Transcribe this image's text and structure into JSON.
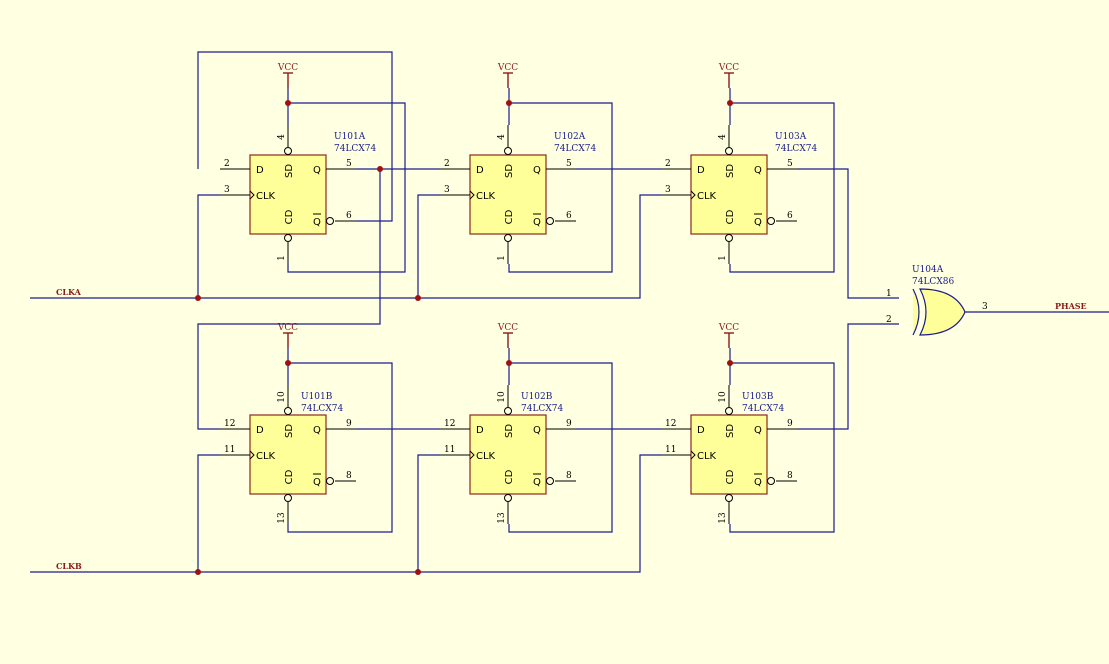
{
  "power_label": "VCC",
  "net_labels": {
    "clka": "CLKA",
    "clkb": "CLKB",
    "phase": "PHASE"
  },
  "flipflops": [
    {
      "ref": "U101A",
      "part": "74LCX74",
      "pin_d": "2",
      "pin_clk": "3",
      "pin_sd": "4",
      "pin_cd": "1",
      "pin_q": "5",
      "pin_qn": "6"
    },
    {
      "ref": "U102A",
      "part": "74LCX74",
      "pin_d": "2",
      "pin_clk": "3",
      "pin_sd": "4",
      "pin_cd": "1",
      "pin_q": "5",
      "pin_qn": "6"
    },
    {
      "ref": "U103A",
      "part": "74LCX74",
      "pin_d": "2",
      "pin_clk": "3",
      "pin_sd": "4",
      "pin_cd": "1",
      "pin_q": "5",
      "pin_qn": "6"
    },
    {
      "ref": "U101B",
      "part": "74LCX74",
      "pin_d": "12",
      "pin_clk": "11",
      "pin_sd": "10",
      "pin_cd": "13",
      "pin_q": "9",
      "pin_qn": "8"
    },
    {
      "ref": "U102B",
      "part": "74LCX74",
      "pin_d": "12",
      "pin_clk": "11",
      "pin_sd": "10",
      "pin_cd": "13",
      "pin_q": "9",
      "pin_qn": "8"
    },
    {
      "ref": "U103B",
      "part": "74LCX74",
      "pin_d": "12",
      "pin_clk": "11",
      "pin_sd": "10",
      "pin_cd": "13",
      "pin_q": "9",
      "pin_qn": "8"
    }
  ],
  "pin_names": {
    "d": "D",
    "clk": "CLK",
    "sd": "SD",
    "cd": "CD",
    "q": "Q",
    "qn": "Q"
  },
  "xor_gate": {
    "ref": "U104A",
    "part": "74LCX86",
    "pin_a": "1",
    "pin_b": "2",
    "pin_y": "3"
  }
}
